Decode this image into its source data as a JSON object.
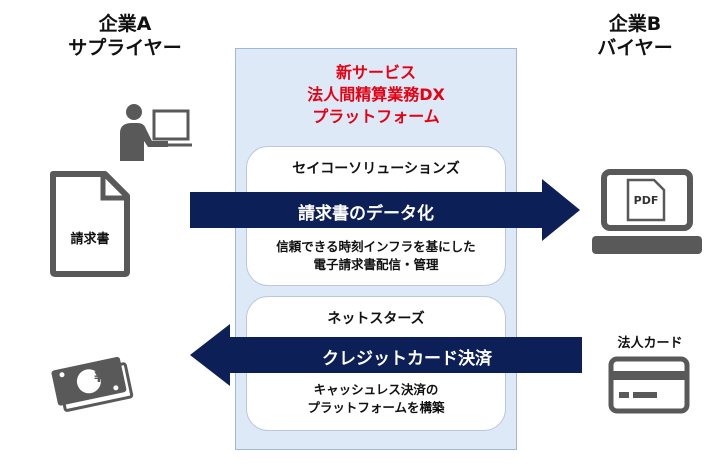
{
  "companyA": {
    "line1": "企業A",
    "line2": "サプライヤー"
  },
  "companyB": {
    "line1": "企業B",
    "line2": "バイヤー"
  },
  "service": {
    "line1": "新サービス",
    "line2": "法人間精算業務DX",
    "line3": "プラットフォーム"
  },
  "card1": {
    "name": "セイコーソリューションズ",
    "arrow": "請求書のデータ化",
    "desc_line1": "信頼できる時刻インフラを基にした",
    "desc_line2": "電子請求書配信・管理"
  },
  "card2": {
    "name": "ネットスターズ",
    "arrow": "クレジットカード決済",
    "desc_line1": "キャッシュレス決済の",
    "desc_line2": "プラットフォームを構築"
  },
  "icons": {
    "invoice_label": "請求書",
    "pdf_label": "PDF",
    "card_label": "法人カード",
    "money_symbol": "¥"
  },
  "colors": {
    "accent_red": "#e60012",
    "navy": "#0c2057",
    "gray_icon": "#595959",
    "panel": "#dde9f7"
  }
}
